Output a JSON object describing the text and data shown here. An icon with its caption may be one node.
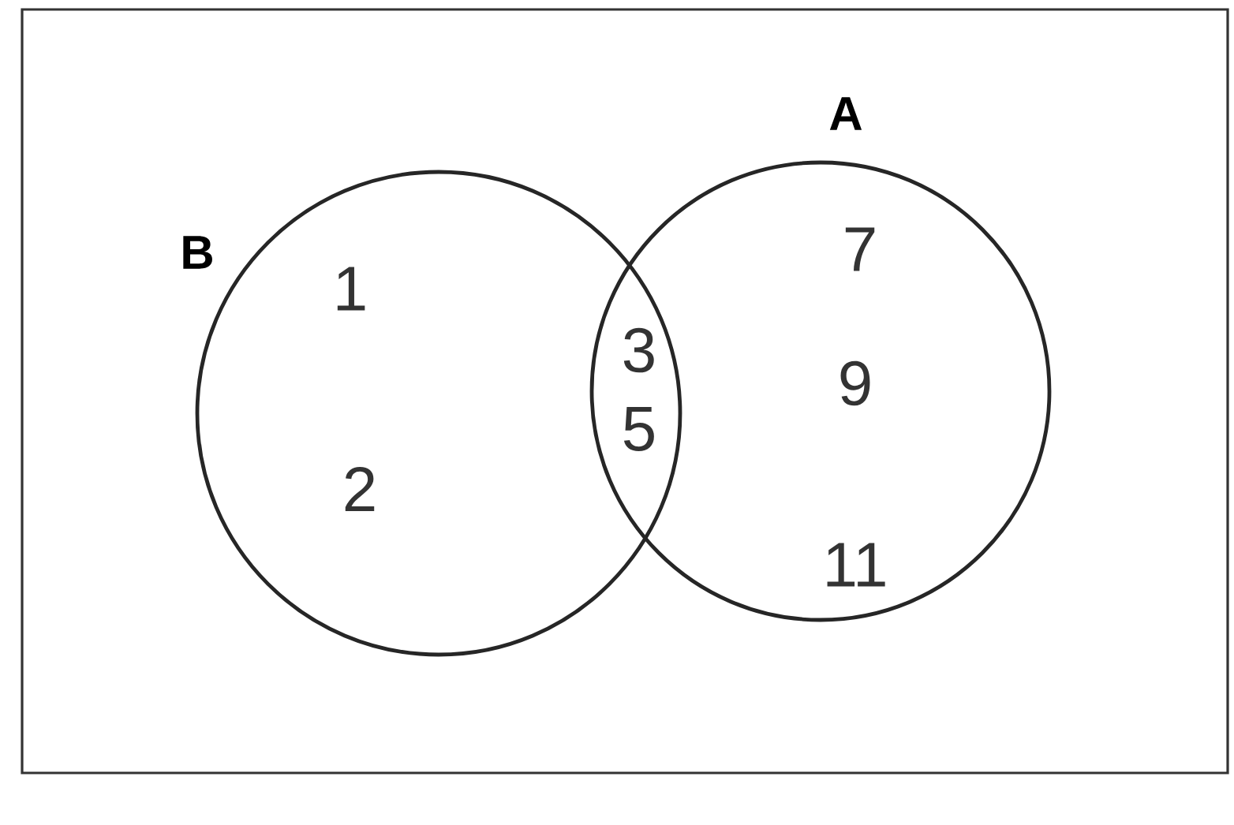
{
  "diagram": {
    "nodes": [
      {
        "text": [
          "B"
        ]
      },
      {
        "text": [
          "A"
        ]
      }
    ],
    "labels": [
      "1",
      "2",
      "3",
      "5",
      "7",
      "9",
      "11"
    ]
  }
}
